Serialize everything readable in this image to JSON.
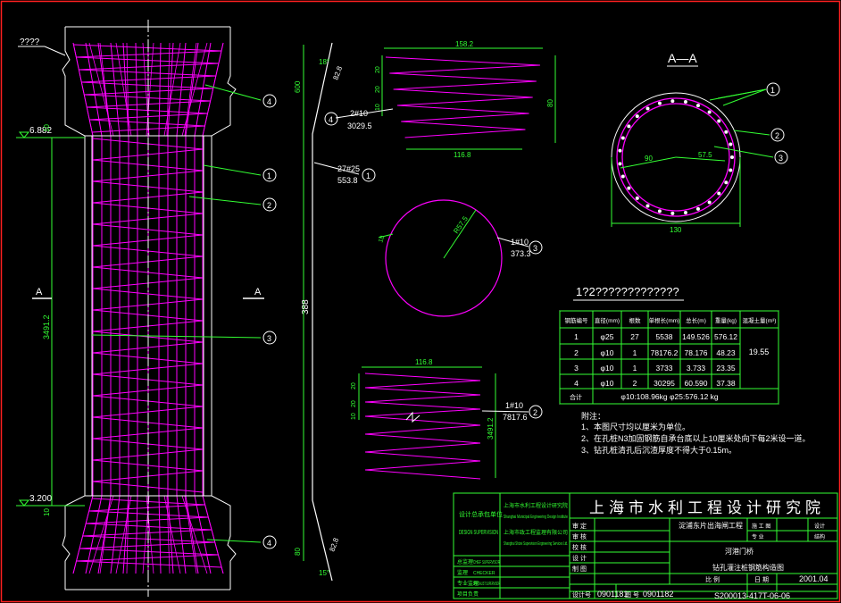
{
  "colors": {
    "background": "#000000",
    "border": "#ff2020",
    "outline": "#ffffff",
    "rebar": "#ff00ff",
    "dim": "#00ff00",
    "frame": "#00ff00",
    "text": "#ffffff"
  },
  "elevation": {
    "top_label": "????",
    "level_top": "6.882",
    "level_bottom": "3.200",
    "section_left": "A",
    "section_right": "A",
    "height_dim": "3491.2",
    "dim_top": "10",
    "dim_bottom": "10",
    "callouts": [
      "4",
      "1",
      "2",
      "3",
      "4"
    ]
  },
  "main_bar": {
    "dim_top": "600",
    "angle_top": "18°",
    "diam_top": "82.8",
    "label_num": "27#25",
    "label_len": "553.8",
    "callout": "1",
    "length": "388",
    "dim_bottom": "80",
    "diam_bottom": "82.8",
    "angle_bottom": "15°"
  },
  "spiral_top": {
    "width_top": "158.2",
    "width_bottom": "116.8",
    "d1": "20",
    "d2": "20",
    "d3": "10",
    "height": "80",
    "label_num": "2#10",
    "label_len": "3029.5",
    "callout": "4"
  },
  "ring": {
    "radius": "R57.5",
    "dim": "10",
    "label_num": "1#10",
    "label_len": "373.3",
    "callout": "3"
  },
  "spiral_main": {
    "width": "116.8",
    "d1": "20",
    "d2": "20",
    "d3": "10",
    "height": "3491.2",
    "label_num": "1#10",
    "label_len": "7817.6",
    "callout": "2"
  },
  "section": {
    "title": "A—A",
    "dim_inner": "90",
    "dim_r": "57.5",
    "diameter": "130",
    "callouts": [
      "1",
      "2",
      "3"
    ]
  },
  "table": {
    "title": "1?2?????????????",
    "headers": [
      "钢筋编号",
      "直径(mm)",
      "根数",
      "单根长(mm)",
      "总长(m)",
      "重量(kg)",
      "混凝土量(m³)"
    ],
    "rows": [
      [
        "1",
        "φ25",
        "27",
        "5538",
        "149.526",
        "576.12",
        "19.55"
      ],
      [
        "2",
        "φ10",
        "1",
        "78176.2",
        "78.176",
        "48.23",
        ""
      ],
      [
        "3",
        "φ10",
        "1",
        "3733",
        "3.733",
        "23.35",
        ""
      ],
      [
        "4",
        "φ10",
        "2",
        "30295",
        "60.590",
        "37.38",
        ""
      ]
    ],
    "total_label": "合计",
    "total_value": "φ10:108.96kg        φ25:576.12 kg"
  },
  "notes": {
    "title": "附注：",
    "items": [
      "1、本图尺寸均以厘米为单位。",
      "2、在孔桩N3加固钢筋自承台底以上10厘米处向下每2米设一道。",
      "3、钻孔桩清孔后沉渣厚度不得大于0.15m。"
    ]
  },
  "title_block": {
    "institute": "上海市水利工程设计研究院",
    "left_header": "设计总承包单位",
    "design_label": "DESIGN SUPERVISION",
    "institute_cn_small": "上海市水利工程设计研究院",
    "institute_en": "Shanghai Municipal Engineering Design Institute",
    "supervision_cn": "上海市政工程监理有限公司",
    "supervision_en": "Shanghai Shizei Supervision Engineering Services Ltd.",
    "roles": [
      {
        "cn": "总监理",
        "en": "CHIEF SUPERVISOR"
      },
      {
        "cn": "监理",
        "en": "CHECKER"
      },
      {
        "cn": "专业监理",
        "en": "SPECIALIST SUPERVISOR"
      }
    ],
    "proj_label": "项目负责",
    "design_no_label": "设计号",
    "design_no_1": "0901181",
    "design_no_2": "0901182",
    "left_rows": [
      "审 定",
      "审 核",
      "校 核",
      "设 计",
      "制 图"
    ],
    "project_name": "淀浦东片出海闸工程",
    "sub_project": "河港门桥",
    "drawing_name": "钻孔灌注桩钢筋构造图",
    "phase_label": "施 工 图",
    "phase_value": "设计",
    "spec_label": "专 业",
    "spec_value": "结构",
    "scale_label": "比 例",
    "date_label": "日 期",
    "date": "2001.04",
    "drawing_no_label": "图 号",
    "drawing_no": "S200013-417T-06-06"
  }
}
